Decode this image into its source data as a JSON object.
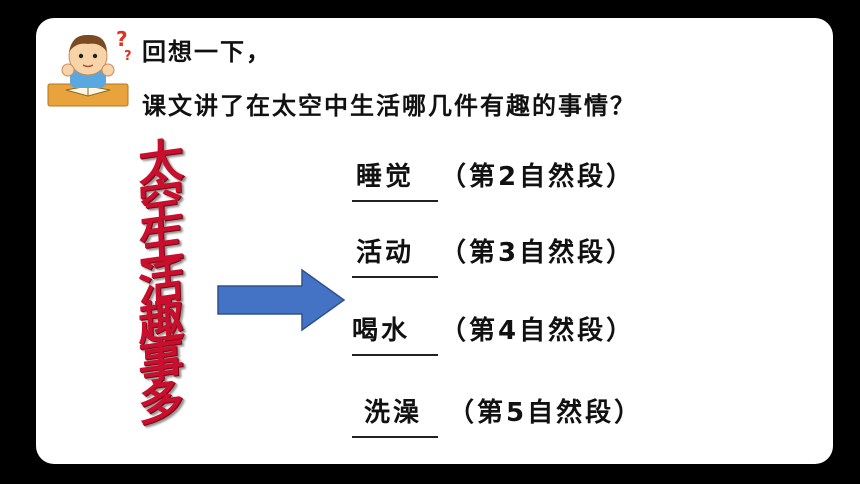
{
  "prompt": {
    "line1": "回想一下，",
    "line2": "课文讲了在太空中生活哪几件有趣的事情？"
  },
  "vertical_title": [
    "太",
    "空",
    "生",
    "活",
    "趣",
    "事",
    "多"
  ],
  "items": [
    {
      "name": "睡觉",
      "paragraph": "（第2自然段）"
    },
    {
      "name": "活动",
      "paragraph": "（第3自然段）"
    },
    {
      "name": "喝水",
      "paragraph": "（第4自然段）"
    },
    {
      "name": "洗澡",
      "paragraph": "（第5自然段）"
    }
  ],
  "colors": {
    "background": "#000000",
    "slide": "#ffffff",
    "title_red": "#c8102e",
    "arrow_fill": "#4472c4",
    "arrow_stroke": "#2f528f",
    "question_marks": "#e0301e"
  },
  "icons": [
    "thinking-boy-icon"
  ]
}
